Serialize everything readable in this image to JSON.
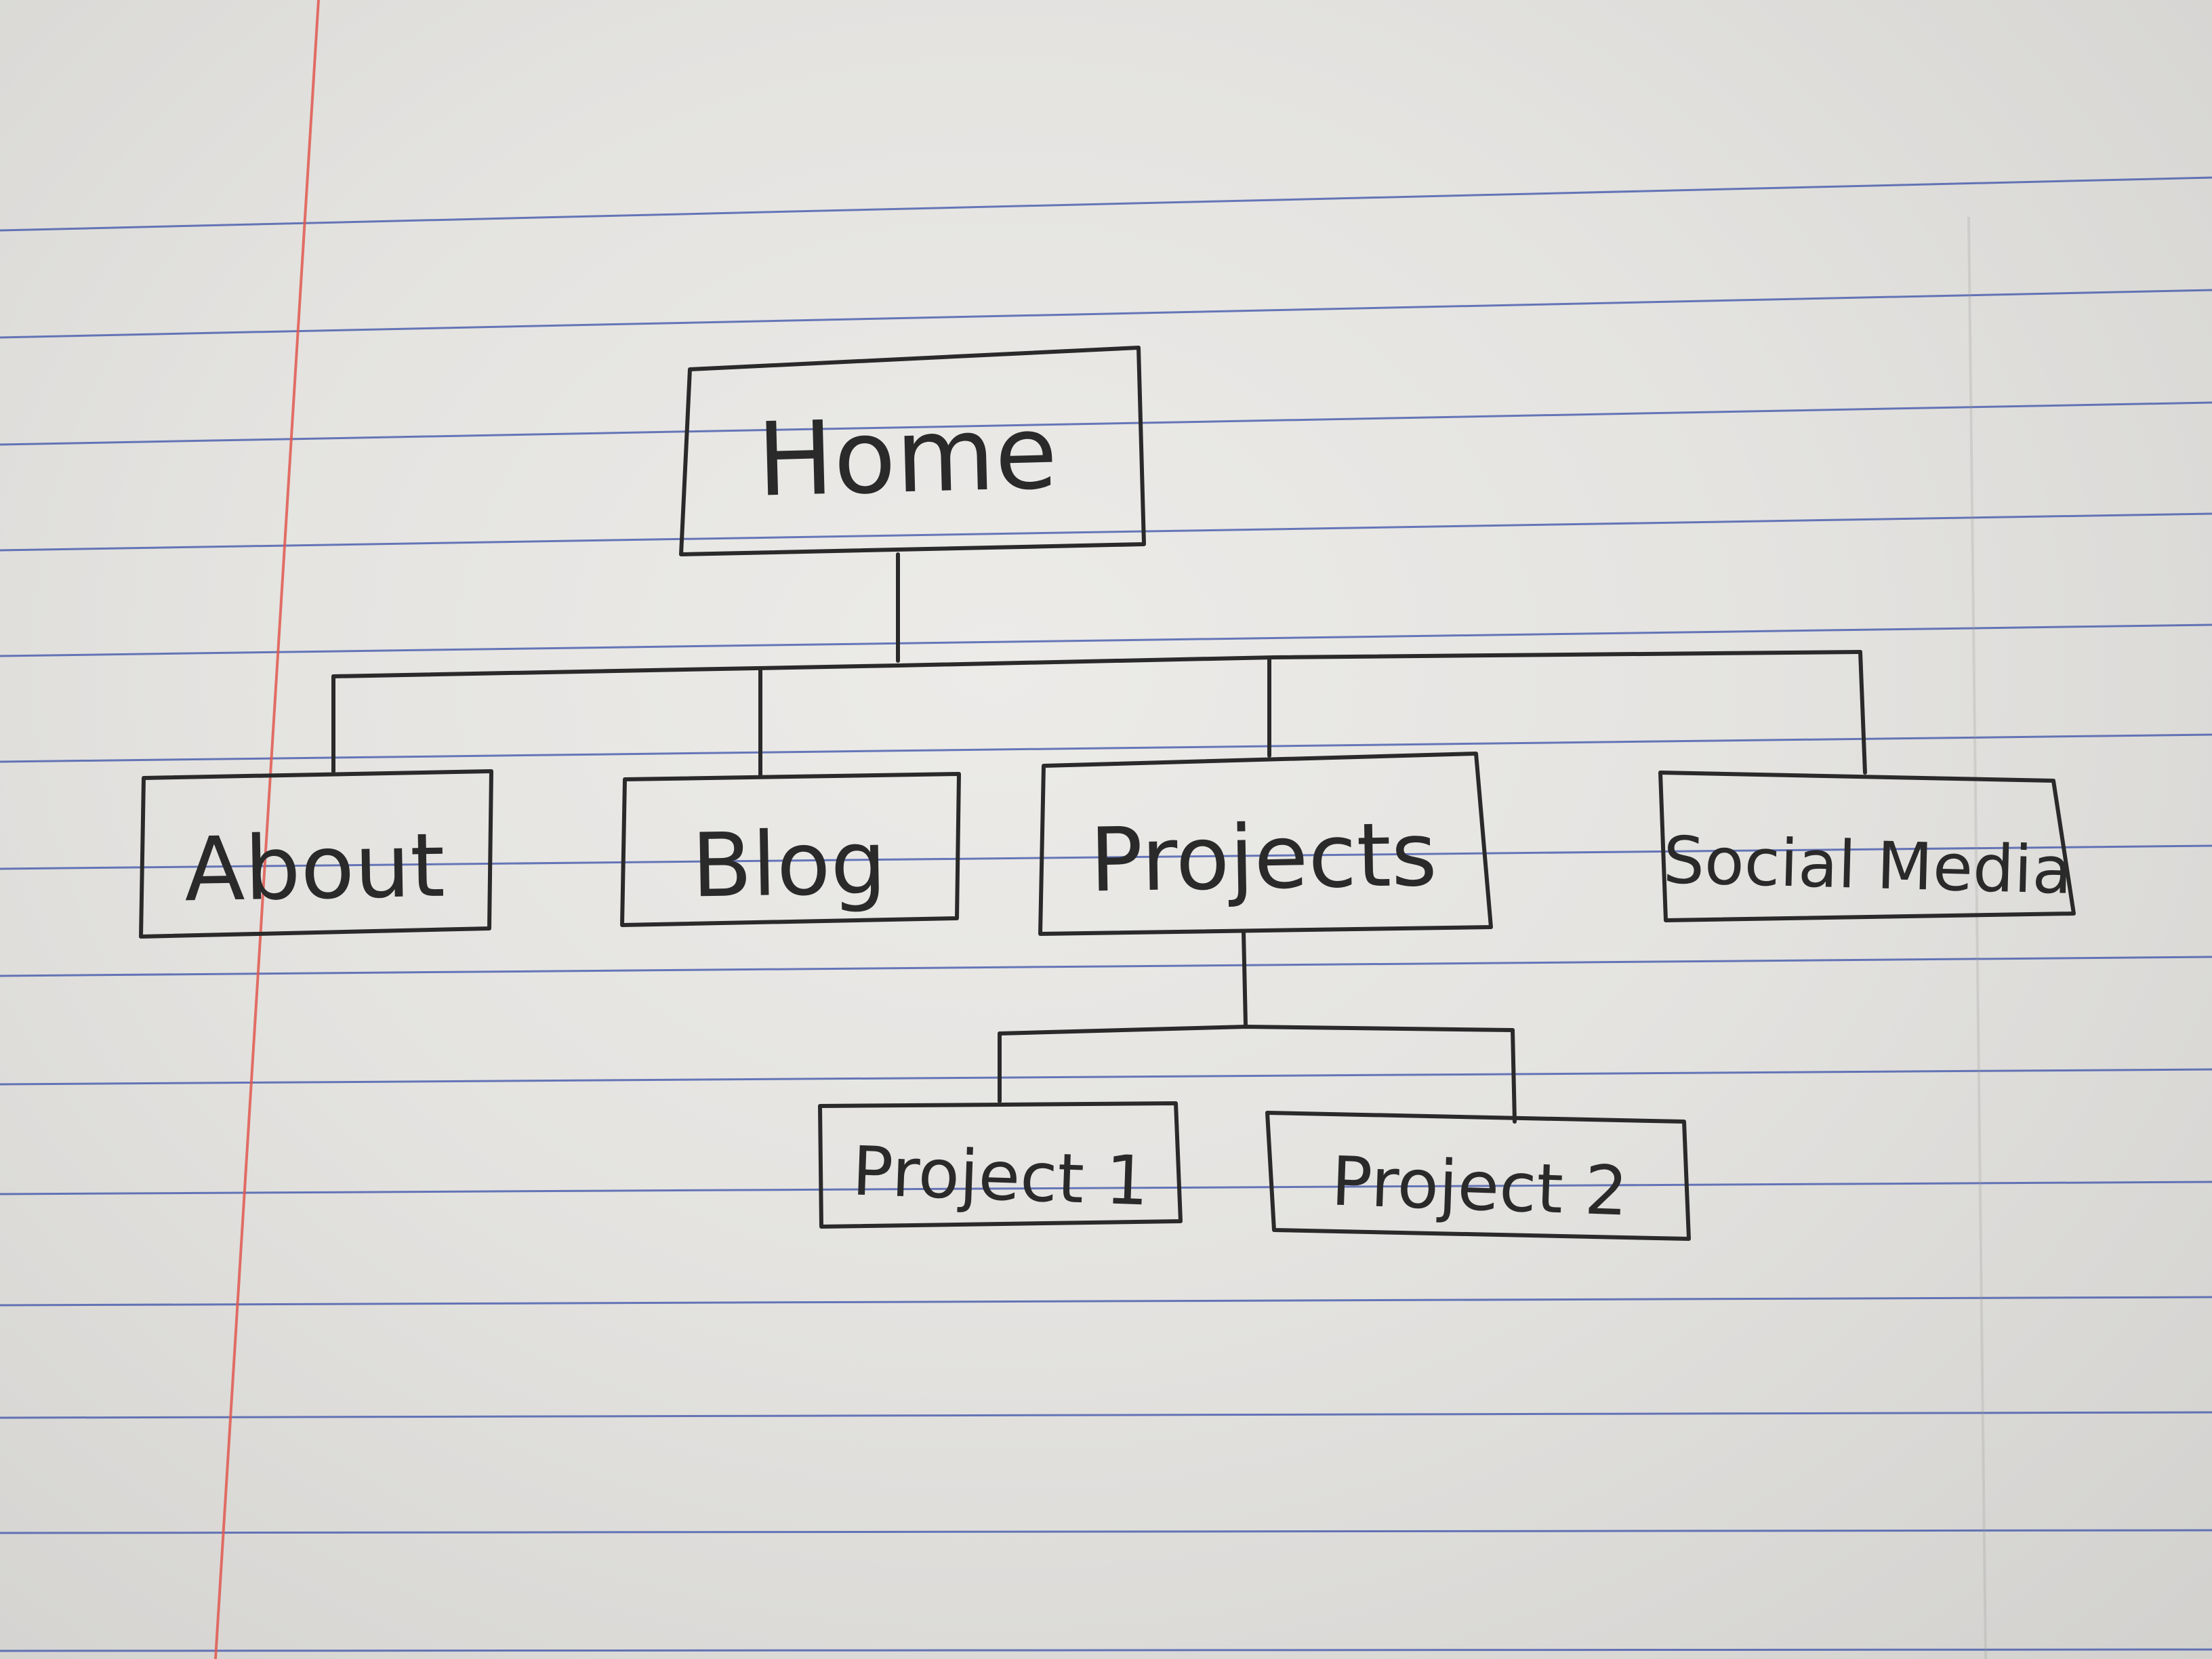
{
  "diagram": {
    "root": {
      "id": "home",
      "label": "Home"
    },
    "level1": [
      {
        "id": "about",
        "label": "About"
      },
      {
        "id": "blog",
        "label": "Blog"
      },
      {
        "id": "projects",
        "label": "Projects"
      },
      {
        "id": "social-media",
        "label": "Social Media"
      }
    ],
    "level2": [
      {
        "id": "project-1",
        "label": "Project 1",
        "parent": "projects"
      },
      {
        "id": "project-2",
        "label": "Project 2",
        "parent": "projects"
      }
    ]
  },
  "colors": {
    "paper": "#e8e7e4",
    "rule_lines": "#3a4fa8",
    "margin_line": "#e0584f",
    "ink": "#2a2a2a"
  }
}
